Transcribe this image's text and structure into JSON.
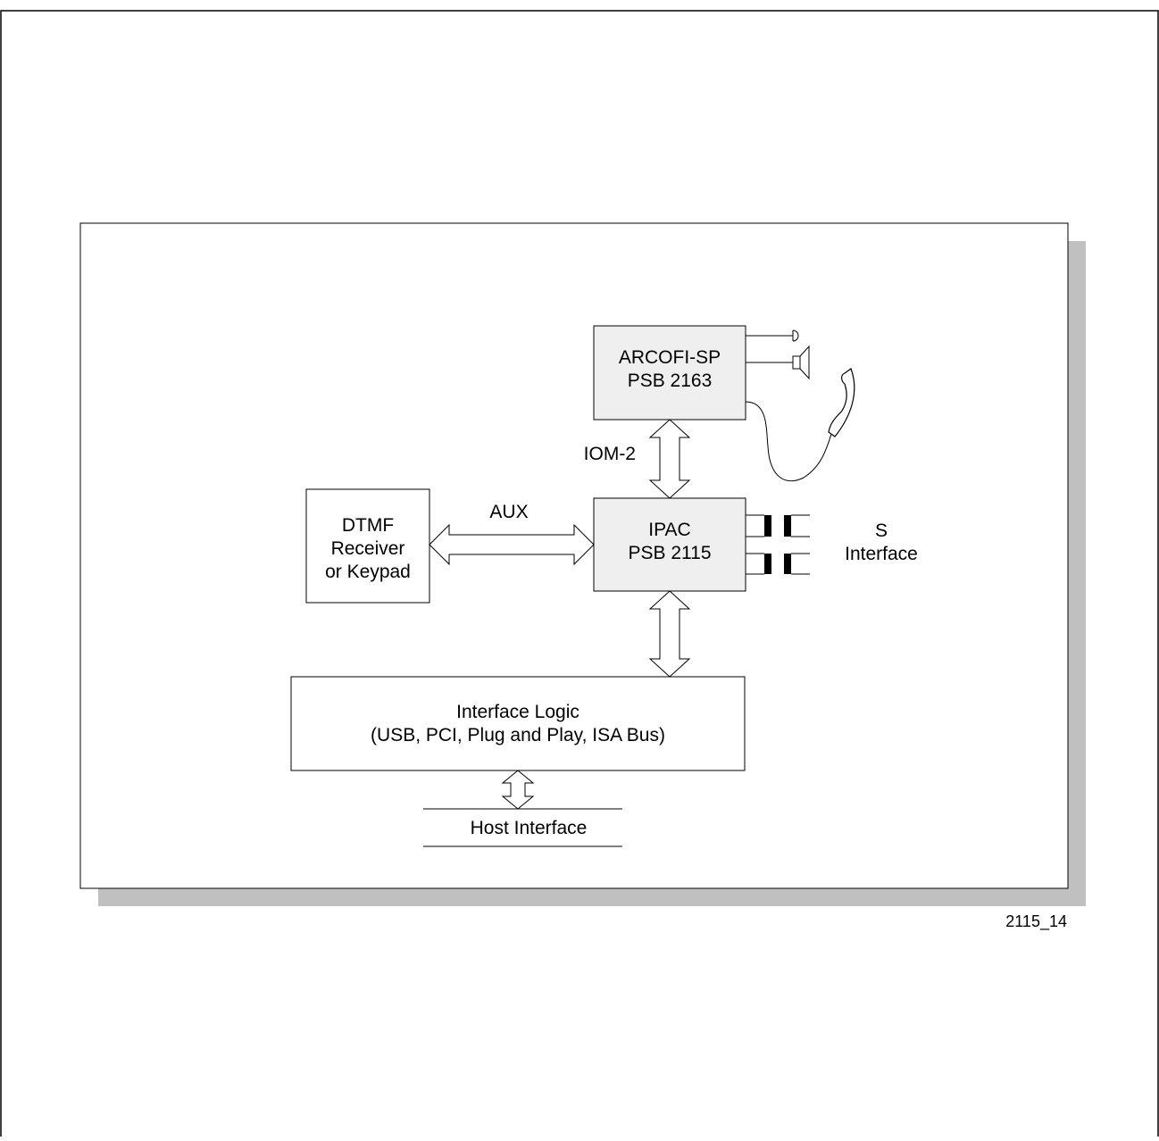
{
  "figure_id": "2115_14",
  "blocks": {
    "arcofi": {
      "line1": "ARCOFI-SP",
      "line2": "PSB 2163"
    },
    "ipac": {
      "line1": "IPAC",
      "line2": "PSB 2115"
    },
    "dtmf": {
      "line1": "DTMF",
      "line2": "Receiver",
      "line3": "or Keypad"
    },
    "interface_logic": {
      "line1": "Interface Logic",
      "line2": "(USB, PCI, Plug and Play, ISA Bus)"
    }
  },
  "labels": {
    "iom": "IOM-2",
    "aux": "AUX",
    "s_interface_1": "S",
    "s_interface_2": "Interface",
    "host_interface": "Host Interface"
  },
  "colors": {
    "chip_fill": "#efefef",
    "shadow": "#c0c0c0",
    "line": "#000000"
  },
  "icons": [
    "microphone-icon",
    "speaker-icon",
    "handset-icon",
    "transformer-icon"
  ]
}
